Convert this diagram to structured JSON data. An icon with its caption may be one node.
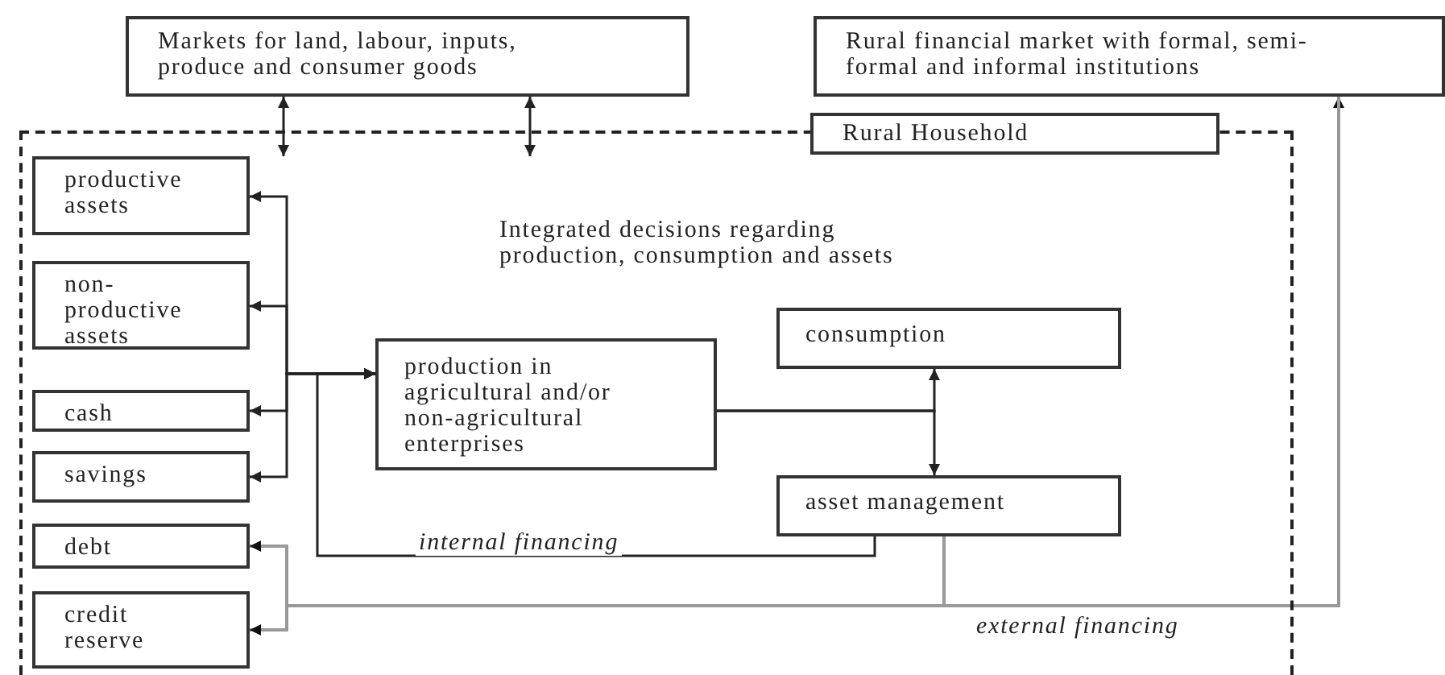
{
  "diagram": {
    "nodes": [
      {
        "text": [
          "Markets for land, labour, inputs, produce and consumer goods"
        ]
      },
      {
        "text": [
          "Rural financial market with formal, semi-formal and informal institutions"
        ]
      },
      {
        "text": [
          "Rural Household",
          "Integrated decisions regarding production, consumption and assets"
        ]
      },
      {
        "text": [
          "productive assets"
        ],
        "in": 2
      },
      {
        "text": [
          "non-productive assets"
        ],
        "in": 2
      },
      {
        "text": [
          "cash"
        ],
        "in": 2
      },
      {
        "text": [
          "savings"
        ],
        "in": 2
      },
      {
        "text": [
          "debt"
        ],
        "in": 2
      },
      {
        "text": [
          "credit reserve"
        ],
        "in": 2
      },
      {
        "text": [
          "production in agricultural and/or non-agricultural enterprises"
        ],
        "in": 2
      },
      {
        "text": [
          "consumption"
        ],
        "in": 2
      },
      {
        "text": [
          "asset management"
        ],
        "in": 2
      }
    ],
    "edges": [
      {
        "from": 0,
        "to": 2,
        "arrow": "both"
      },
      {
        "from": 0,
        "to": 2,
        "arrow": "both"
      },
      {
        "from": 3,
        "to": 9,
        "arrow": "both"
      },
      {
        "from": 4,
        "to": 9,
        "arrow": "both"
      },
      {
        "from": 5,
        "to": 9,
        "arrow": "both"
      },
      {
        "from": 6,
        "to": 9,
        "arrow": "both"
      },
      {
        "from": 11,
        "to": 9,
        "arrow": "to",
        "label": "internal financing"
      },
      {
        "from": 9,
        "to": 10,
        "arrow": "to"
      },
      {
        "from": 9,
        "to": 11,
        "arrow": "to"
      },
      {
        "from": 11,
        "to": 1,
        "arrow": "to",
        "label": "external financing",
        "color": "#999999"
      },
      {
        "from": 1,
        "to": 7,
        "arrow": "to",
        "color": "#999999"
      },
      {
        "from": 1,
        "to": 8,
        "arrow": "to",
        "color": "#999999"
      }
    ]
  }
}
